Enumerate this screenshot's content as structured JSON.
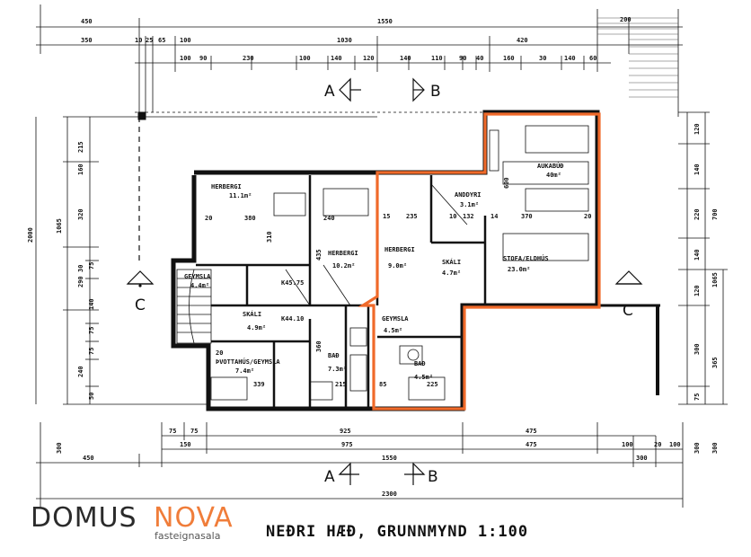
{
  "title": "NEÐRI HÆÐ, GRUNNMYND 1:100",
  "logo": {
    "part1": "DOMUS",
    "part2": "NOVA",
    "sub": "fasteignasala"
  },
  "highlight_color": "#f06a2a",
  "sections": {
    "a_top": "A",
    "b_top": "B",
    "a_bottom": "A",
    "b_bottom": "B",
    "c_left": "C",
    "c_right": "C"
  },
  "top_dims": {
    "row1": [
      "450",
      "1550",
      "200"
    ],
    "row2": [
      "350",
      "10",
      "25",
      "65",
      "100",
      "1030",
      "420"
    ],
    "row3": [
      "100",
      "90",
      "230",
      "100",
      "140",
      "120",
      "140",
      "110",
      "90",
      "40",
      "160",
      "30",
      "140",
      "60"
    ]
  },
  "bottom_dims": {
    "row1": [
      "75",
      "75",
      "925",
      "475"
    ],
    "row2": [
      "150",
      "975",
      "475",
      "100",
      "20",
      "100"
    ],
    "row3": [
      "450",
      "1550",
      "300"
    ],
    "total": "2300",
    "side": [
      "300",
      "300",
      "300"
    ]
  },
  "left_dims": {
    "outer": [
      "2000",
      "1065"
    ],
    "inner": [
      "215",
      "320",
      "290",
      "240",
      "30",
      "75",
      "75",
      "160",
      "140",
      "75",
      "50"
    ]
  },
  "right_dims": {
    "inner": [
      "120",
      "140",
      "220",
      "140",
      "120",
      "300",
      "75"
    ],
    "outer": [
      "700",
      "1065",
      "365"
    ]
  },
  "rooms": [
    {
      "name": "HERBERGI",
      "area": "11.1m²",
      "dims": [
        "20",
        "380",
        "310"
      ]
    },
    {
      "name": "HERBERGI",
      "area": "10.2m²",
      "dims": [
        "240",
        "435"
      ]
    },
    {
      "name": "GEYMSLA",
      "area": "4.4m²"
    },
    {
      "name": "K45.75"
    },
    {
      "name": "SKÁLI",
      "area": "4.9m²"
    },
    {
      "name": "K44.10"
    },
    {
      "name": "ÞVOTTAHÚS/GEYMSLA",
      "area": "7.4m²",
      "dims": [
        "339",
        "360",
        "20"
      ]
    },
    {
      "name": "BAÐ",
      "area": "7.3m²",
      "dims": [
        "215"
      ]
    },
    {
      "name": "HERBERGI",
      "area": "9.0m²",
      "dims": [
        "15",
        "235",
        "10",
        "132",
        "14"
      ]
    },
    {
      "name": "ANDDYRI",
      "area": "3.1m²"
    },
    {
      "name": "SKÁLI",
      "area": "4.7m²"
    },
    {
      "name": "STOFA/ELDHÚS",
      "area": "23.0m²",
      "dims": [
        "370",
        "20"
      ]
    },
    {
      "name": "AUKABÚÐ",
      "area": "40m²",
      "dims": [
        "600"
      ]
    },
    {
      "name": "GEYMSLA",
      "area": "4.5m²"
    },
    {
      "name": "BAÐ",
      "area": "4.5m²",
      "dims": [
        "225",
        "85"
      ]
    }
  ]
}
